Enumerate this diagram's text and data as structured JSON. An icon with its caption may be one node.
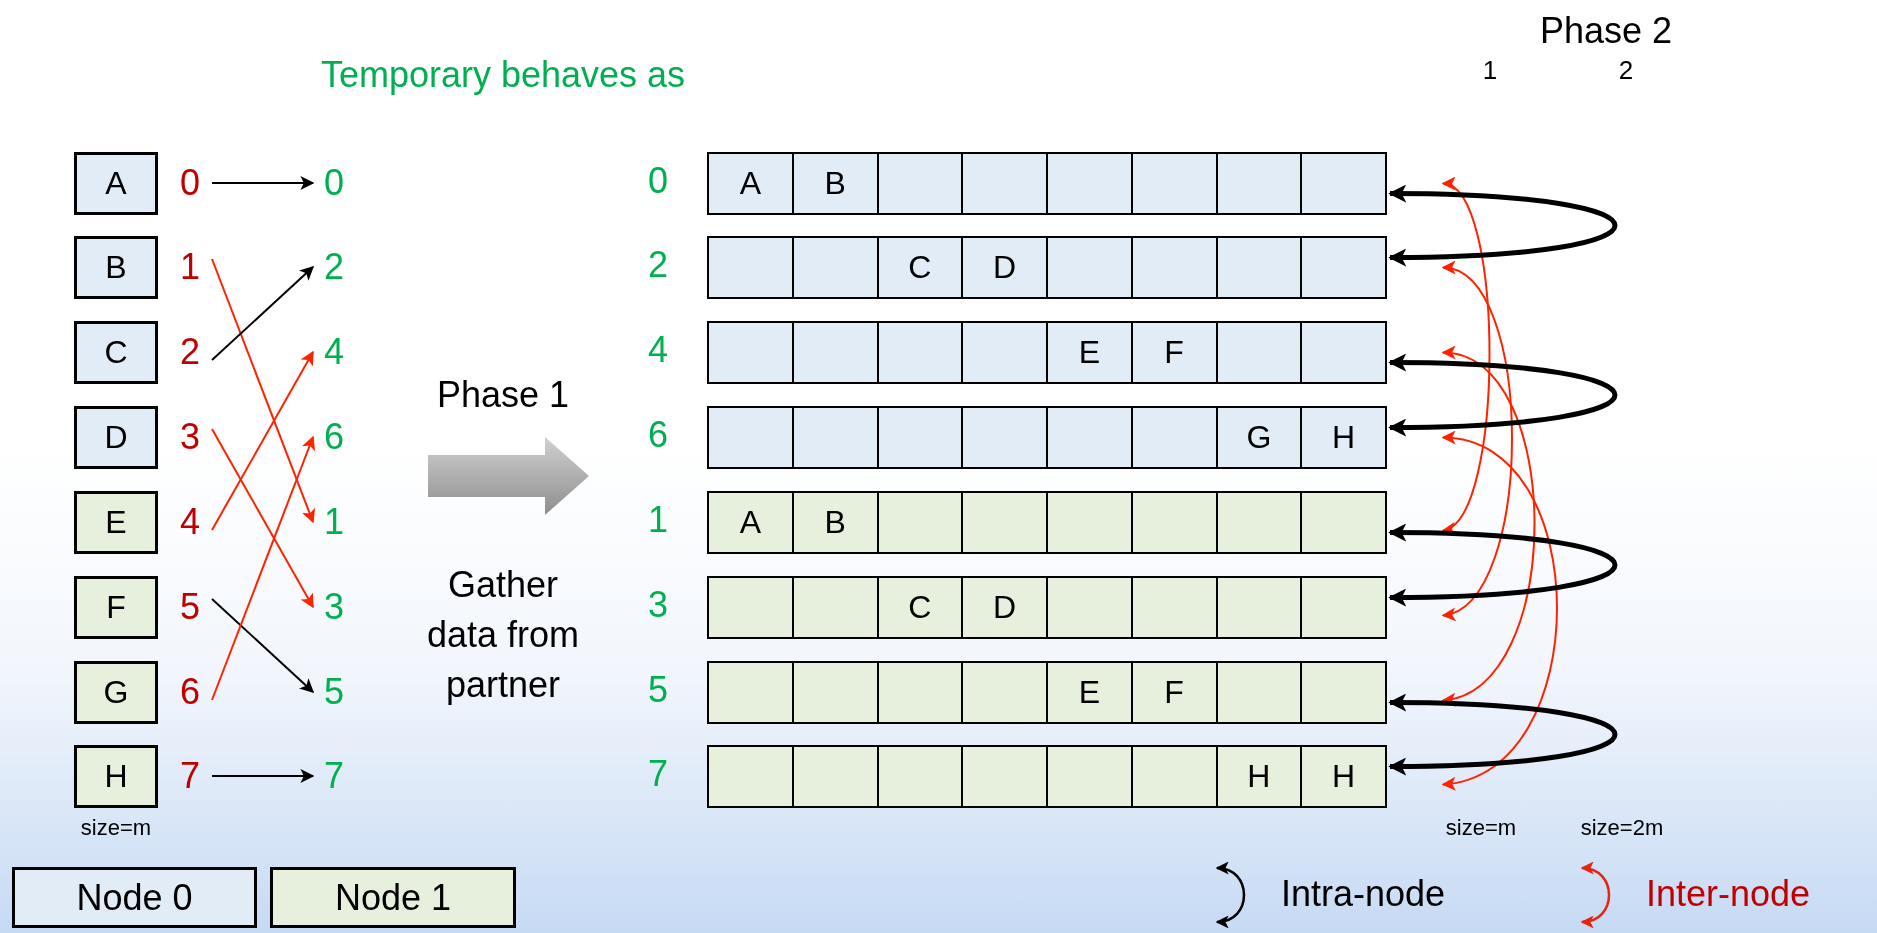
{
  "diagram": {
    "nodes": [
      {
        "text": [
          "0"
        ]
      },
      {
        "text": [
          "1"
        ]
      },
      {
        "text": [
          "2"
        ]
      },
      {
        "text": [
          "3"
        ]
      },
      {
        "text": [
          "4"
        ]
      },
      {
        "text": [
          "5"
        ]
      },
      {
        "text": [
          "6"
        ]
      },
      {
        "text": [
          "7"
        ]
      },
      {
        "text": [
          "A"
        ]
      },
      {
        "text": [
          "B"
        ]
      },
      {
        "text": [
          "C"
        ]
      },
      {
        "text": [
          "D"
        ]
      },
      {
        "text": [
          "E"
        ]
      },
      {
        "text": [
          "F"
        ]
      },
      {
        "text": [
          "G"
        ]
      },
      {
        "text": [
          "H"
        ]
      },
      {
        "text": [
          "0"
        ]
      },
      {
        "text": [
          "2"
        ]
      },
      {
        "text": [
          "4"
        ]
      },
      {
        "text": [
          "6"
        ]
      },
      {
        "text": [
          "1"
        ]
      },
      {
        "text": [
          "3"
        ]
      },
      {
        "text": [
          "5"
        ]
      },
      {
        "text": [
          "7"
        ]
      },
      {
        "text": [
          "0"
        ]
      },
      {
        "text": [
          "A"
        ],
        "in": 24
      },
      {
        "text": [
          "B"
        ],
        "in": 24
      },
      {
        "text": [],
        "shape": "box",
        "in": 24
      },
      {
        "text": [],
        "shape": "box",
        "in": 24
      },
      {
        "text": [],
        "shape": "box",
        "in": 24
      },
      {
        "text": [],
        "shape": "box",
        "in": 24
      },
      {
        "text": [],
        "shape": "box",
        "in": 24
      },
      {
        "text": [],
        "shape": "box",
        "in": 24
      },
      {
        "text": [
          "2"
        ]
      },
      {
        "text": [],
        "shape": "box",
        "in": 33
      },
      {
        "text": [],
        "shape": "box",
        "in": 33
      },
      {
        "text": [
          "C"
        ],
        "in": 33
      },
      {
        "text": [
          "D"
        ],
        "in": 33
      },
      {
        "text": [],
        "shape": "box",
        "in": 33
      },
      {
        "text": [],
        "shape": "box",
        "in": 33
      },
      {
        "text": [],
        "shape": "box",
        "in": 33
      },
      {
        "text": [],
        "shape": "box",
        "in": 33
      },
      {
        "text": [
          "4"
        ]
      },
      {
        "text": [],
        "shape": "box",
        "in": 42
      },
      {
        "text": [],
        "shape": "box",
        "in": 42
      },
      {
        "text": [],
        "shape": "box",
        "in": 42
      },
      {
        "text": [],
        "shape": "box",
        "in": 42
      },
      {
        "text": [
          "E"
        ],
        "in": 42
      },
      {
        "text": [
          "F"
        ],
        "in": 42
      },
      {
        "text": [],
        "shape": "box",
        "in": 42
      },
      {
        "text": [],
        "shape": "box",
        "in": 42
      },
      {
        "text": [
          "6"
        ]
      },
      {
        "text": [],
        "shape": "box",
        "in": 51
      },
      {
        "text": [],
        "shape": "box",
        "in": 51
      },
      {
        "text": [],
        "shape": "box",
        "in": 51
      },
      {
        "text": [],
        "shape": "box",
        "in": 51
      },
      {
        "text": [],
        "shape": "box",
        "in": 51
      },
      {
        "text": [],
        "shape": "box",
        "in": 51
      },
      {
        "text": [
          "G"
        ],
        "in": 51
      },
      {
        "text": [
          "H"
        ],
        "in": 51
      },
      {
        "text": [
          "1"
        ]
      },
      {
        "text": [
          "A"
        ],
        "in": 60
      },
      {
        "text": [
          "B"
        ],
        "in": 60
      },
      {
        "text": [],
        "shape": "box",
        "in": 60
      },
      {
        "text": [],
        "shape": "box",
        "in": 60
      },
      {
        "text": [],
        "shape": "box",
        "in": 60
      },
      {
        "text": [],
        "shape": "box",
        "in": 60
      },
      {
        "text": [],
        "shape": "box",
        "in": 60
      },
      {
        "text": [],
        "shape": "box",
        "in": 60
      },
      {
        "text": [
          "3"
        ]
      },
      {
        "text": [],
        "shape": "box",
        "in": 69
      },
      {
        "text": [],
        "shape": "box",
        "in": 69
      },
      {
        "text": [
          "C"
        ],
        "in": 69
      },
      {
        "text": [
          "D"
        ],
        "in": 69
      },
      {
        "text": [],
        "shape": "box",
        "in": 69
      },
      {
        "text": [],
        "shape": "box",
        "in": 69
      },
      {
        "text": [],
        "shape": "box",
        "in": 69
      },
      {
        "text": [],
        "shape": "box",
        "in": 69
      },
      {
        "text": [
          "5"
        ]
      },
      {
        "text": [],
        "shape": "box",
        "in": 78
      },
      {
        "text": [],
        "shape": "box",
        "in": 78
      },
      {
        "text": [],
        "shape": "box",
        "in": 78
      },
      {
        "text": [],
        "shape": "box",
        "in": 78
      },
      {
        "text": [
          "E"
        ],
        "in": 78
      },
      {
        "text": [
          "F"
        ],
        "in": 78
      },
      {
        "text": [],
        "shape": "box",
        "in": 78
      },
      {
        "text": [],
        "shape": "box",
        "in": 78
      },
      {
        "text": [
          "7"
        ]
      },
      {
        "text": [],
        "shape": "box",
        "in": 87
      },
      {
        "text": [],
        "shape": "box",
        "in": 87
      },
      {
        "text": [],
        "shape": "box",
        "in": 87
      },
      {
        "text": [],
        "shape": "box",
        "in": 87
      },
      {
        "text": [],
        "shape": "box",
        "in": 87
      },
      {
        "text": [],
        "shape": "box",
        "in": 87
      },
      {
        "text": [
          "H"
        ],
        "in": 87
      },
      {
        "text": [
          "H"
        ],
        "in": 87
      }
    ],
    "edges": [
      {
        "from": 0,
        "to": 16,
        "arrow": "to"
      },
      {
        "from": 1,
        "to": 20,
        "arrow": "to",
        "color": "#ff2200"
      },
      {
        "from": 2,
        "to": 17,
        "arrow": "to"
      },
      {
        "from": 3,
        "to": 21,
        "arrow": "to",
        "color": "#ff2200"
      },
      {
        "from": 4,
        "to": 18,
        "arrow": "to",
        "color": "#ff2200"
      },
      {
        "from": 5,
        "to": 22,
        "arrow": "to"
      },
      {
        "from": 6,
        "to": 19,
        "arrow": "to",
        "color": "#ff2200"
      },
      {
        "from": 7,
        "to": 23,
        "arrow": "to"
      },
      {
        "from": 24,
        "to": 60,
        "arrow": "both",
        "color": "#ff2200"
      },
      {
        "from": 33,
        "to": 69,
        "arrow": "both",
        "color": "#ff2200"
      },
      {
        "from": 42,
        "to": 78,
        "arrow": "both",
        "color": "#ff2200"
      },
      {
        "from": 51,
        "to": 87,
        "arrow": "both",
        "color": "#ff2200"
      },
      {
        "from": 24,
        "to": 33,
        "arrow": "both",
        "style": "thick"
      },
      {
        "from": 42,
        "to": 51,
        "arrow": "both",
        "style": "thick"
      },
      {
        "from": 60,
        "to": 69,
        "arrow": "both",
        "style": "thick"
      },
      {
        "from": 78,
        "to": 87,
        "arrow": "both",
        "style": "thick"
      }
    ],
    "labels": [
      "Temporary behaves as",
      "Phase 1",
      "Gather data from partner",
      "Phase 2",
      "1",
      "2",
      "size=m",
      "size=m",
      "size=2m"
    ],
    "legend": [
      {
        "text": "Node 0",
        "color": "#e2ecf7"
      },
      {
        "text": "Node 1",
        "color": "#e6f0dd"
      },
      {
        "text": "Intra-node"
      },
      {
        "text": "Inter-node"
      }
    ]
  }
}
